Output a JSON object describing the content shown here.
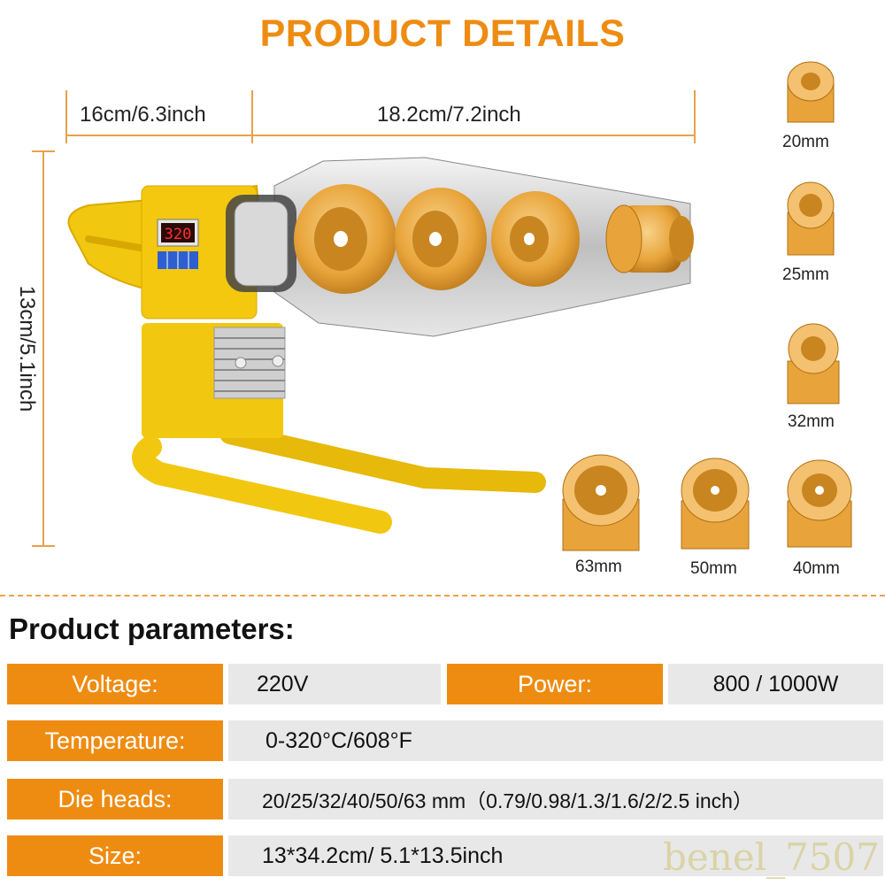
{
  "header": {
    "title": "PRODUCT DETAILS"
  },
  "dimensions": {
    "handle_length": "16cm/6.3inch",
    "plate_length": "18.2cm/7.2inch",
    "height": "13cm/5.1inch"
  },
  "display": {
    "readout": "320"
  },
  "die_sizes": [
    "20mm",
    "25mm",
    "32mm",
    "40mm",
    "50mm",
    "63mm"
  ],
  "params": {
    "title": "Product parameters:",
    "voltage_label": "Voltage:",
    "voltage_value": "220V",
    "power_label": "Power:",
    "power_value": "800 / 1000W",
    "temperature_label": "Temperature:",
    "temperature_value": "0-320°C/608°F",
    "die_heads_label": "Die heads:",
    "die_heads_value": "20/25/32/40/50/63 mm（0.79/0.98/1.3/1.6/2/2.5 inch）",
    "size_label": "Size:",
    "size_value": "13*34.2cm/ 5.1*13.5inch"
  },
  "watermark": "benel_7507",
  "colors": {
    "accent": "#ee8c12",
    "value_bg": "#e8e8e8",
    "machine_yellow": "#f2c70f",
    "die_gold": "#e8a43a"
  }
}
